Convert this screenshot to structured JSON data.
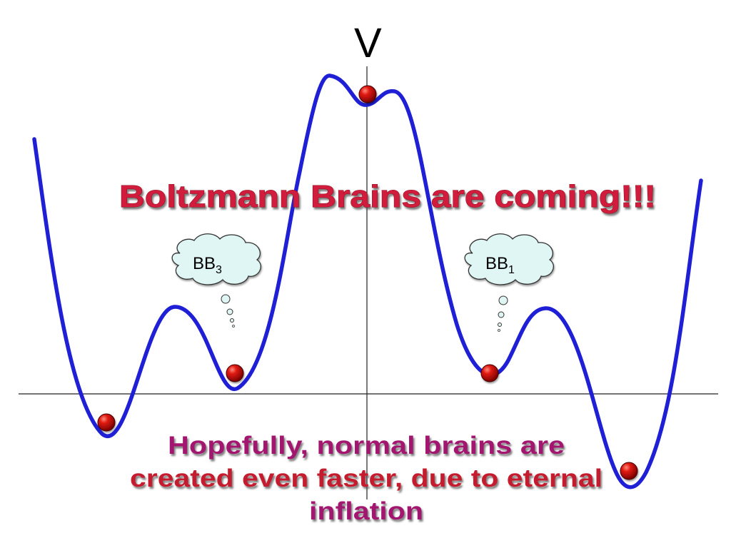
{
  "axis": {
    "y_label": "V"
  },
  "headline": "Boltzmann Brains are coming!!!",
  "bubbles": {
    "left": {
      "main": "BB",
      "sub": "3"
    },
    "right": {
      "main": "BB",
      "sub": "1"
    }
  },
  "caption": {
    "line1": "Hopefully, normal brains are",
    "line2": "created even faster, due to eternal",
    "line3": "inflation"
  },
  "colors": {
    "curve": "#1f1fd6",
    "ball": "#d10f0f",
    "bubble_fill": "#dff6f4",
    "headline": "#d21f3c",
    "caption_magenta": "#a3196f",
    "caption_red": "#c41f2e"
  }
}
